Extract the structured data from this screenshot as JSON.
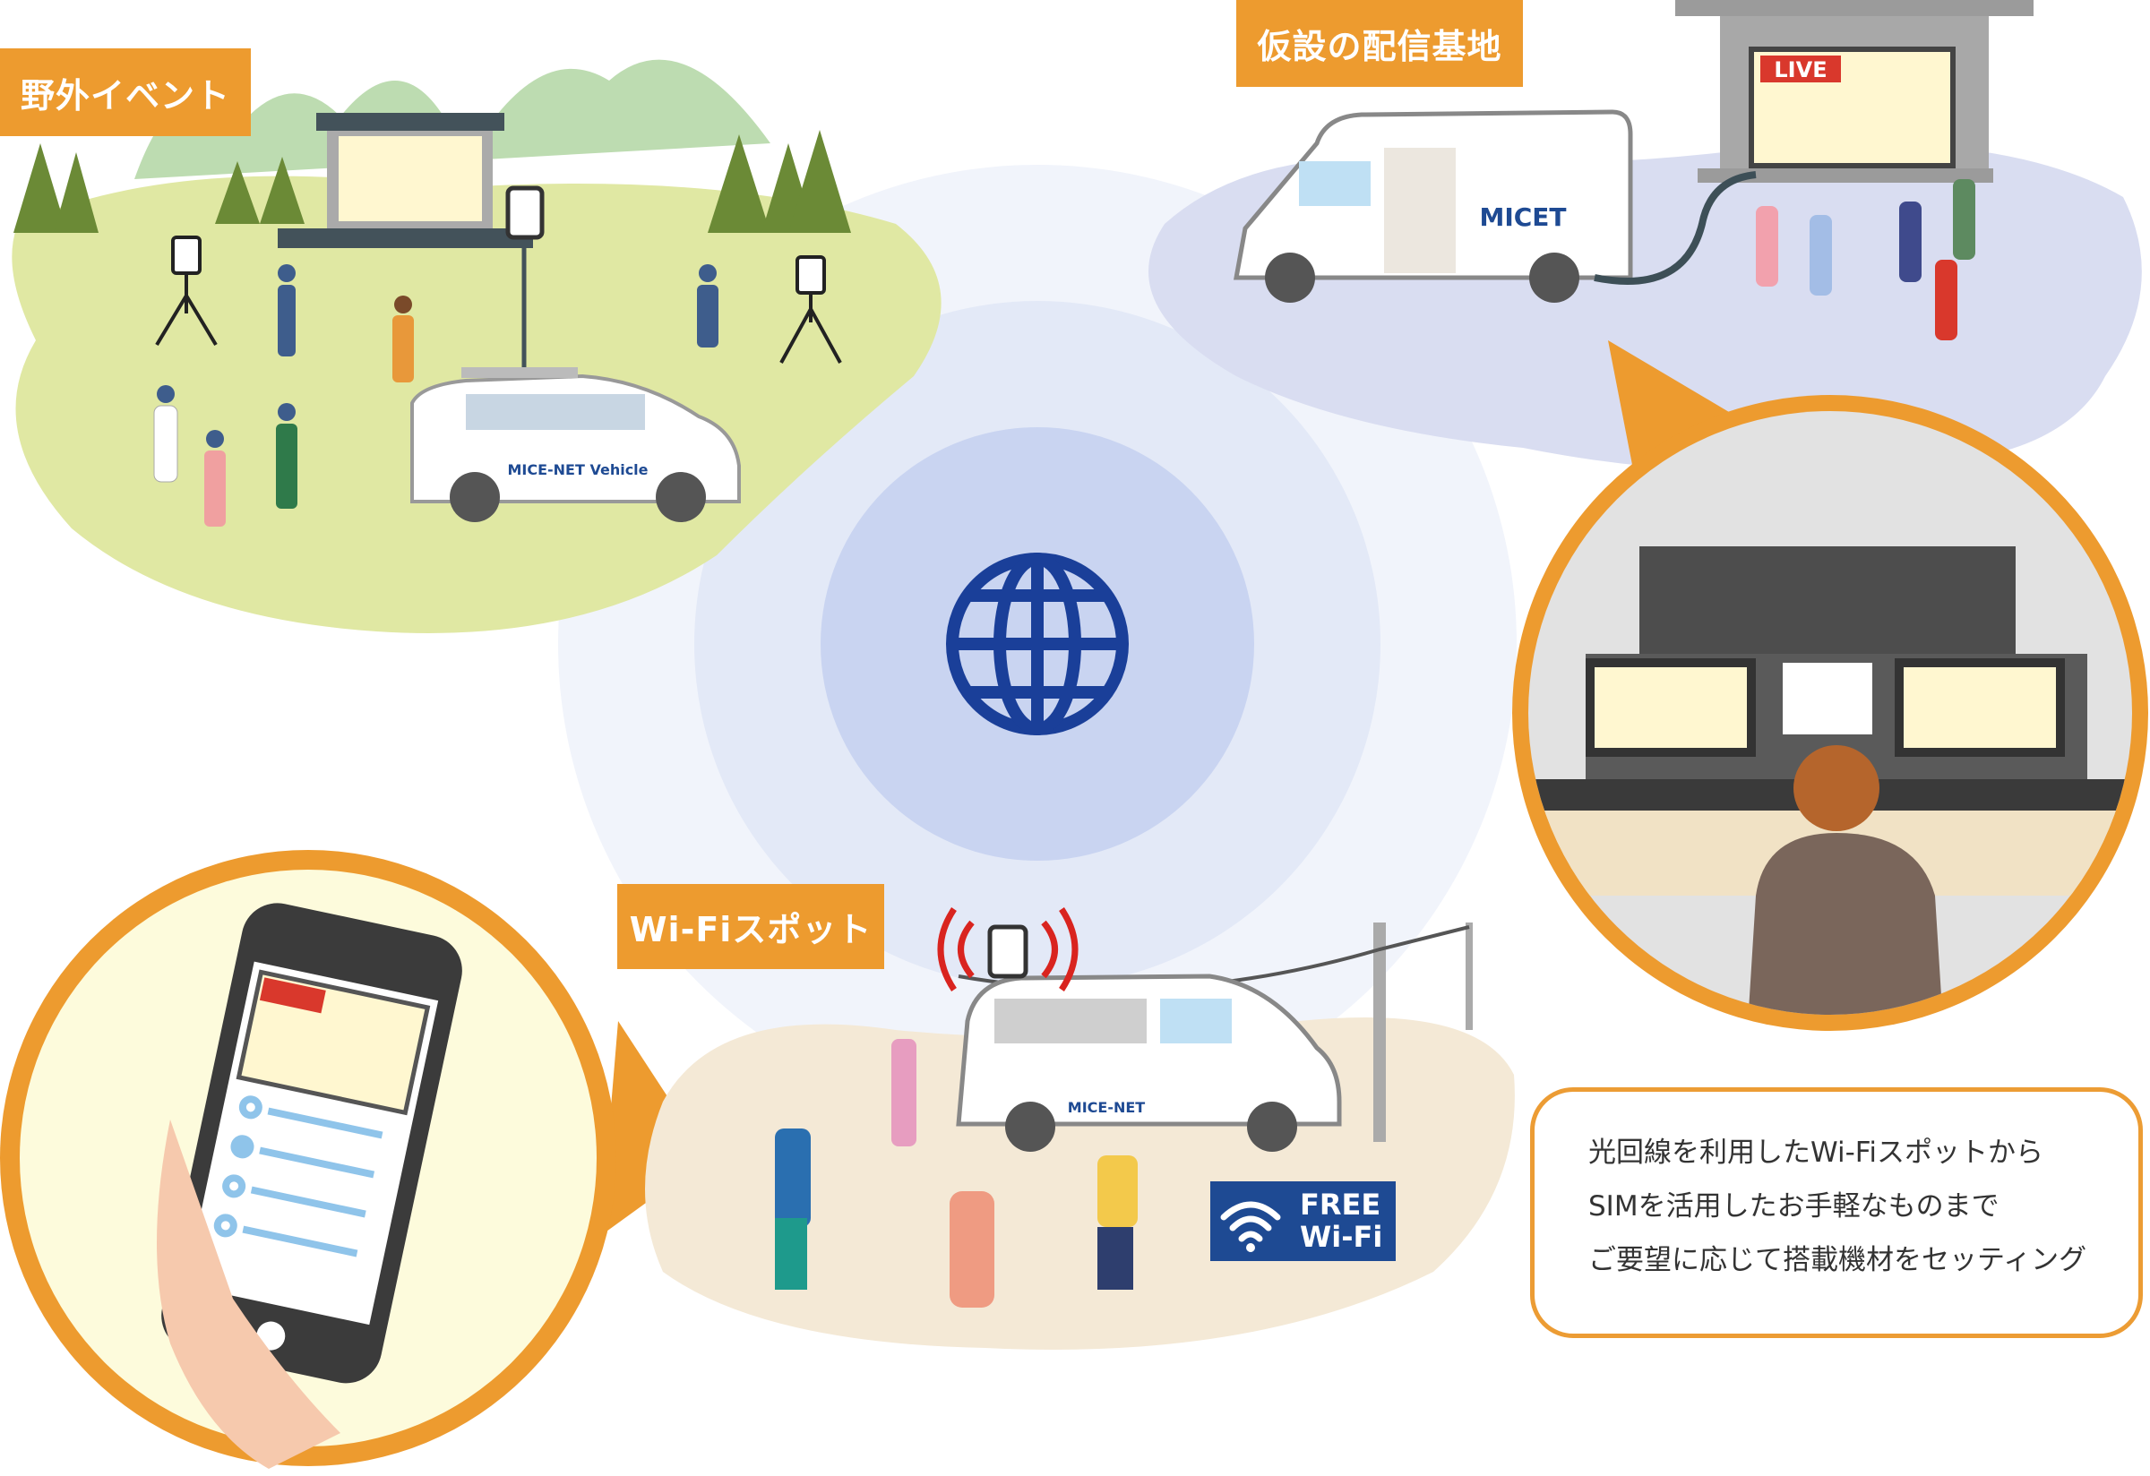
{
  "labels": {
    "outdoor_event": "野外イベント",
    "temporary_base": "仮設の配信基地",
    "wifi_spot": "Wi-Fiスポット"
  },
  "description": {
    "lines": [
      "光回線を利用したWi-Fiスポットから",
      "SIMを活用したお手軽なものまで",
      "ご要望に応じて搭載機材をセッティング"
    ]
  },
  "signs": {
    "free_wifi_line1": "FREE",
    "free_wifi_line2": "Wi-Fi",
    "live": "LIVE",
    "van_brand": "MICE-NET",
    "car_brand": "MICE-NET Vehicle",
    "base_van_brand": "MICET"
  },
  "colors": {
    "accent_orange": "#ed9b2f",
    "globe_blue": "#1a3f99",
    "wifi_sign_blue": "#1e4a93"
  }
}
